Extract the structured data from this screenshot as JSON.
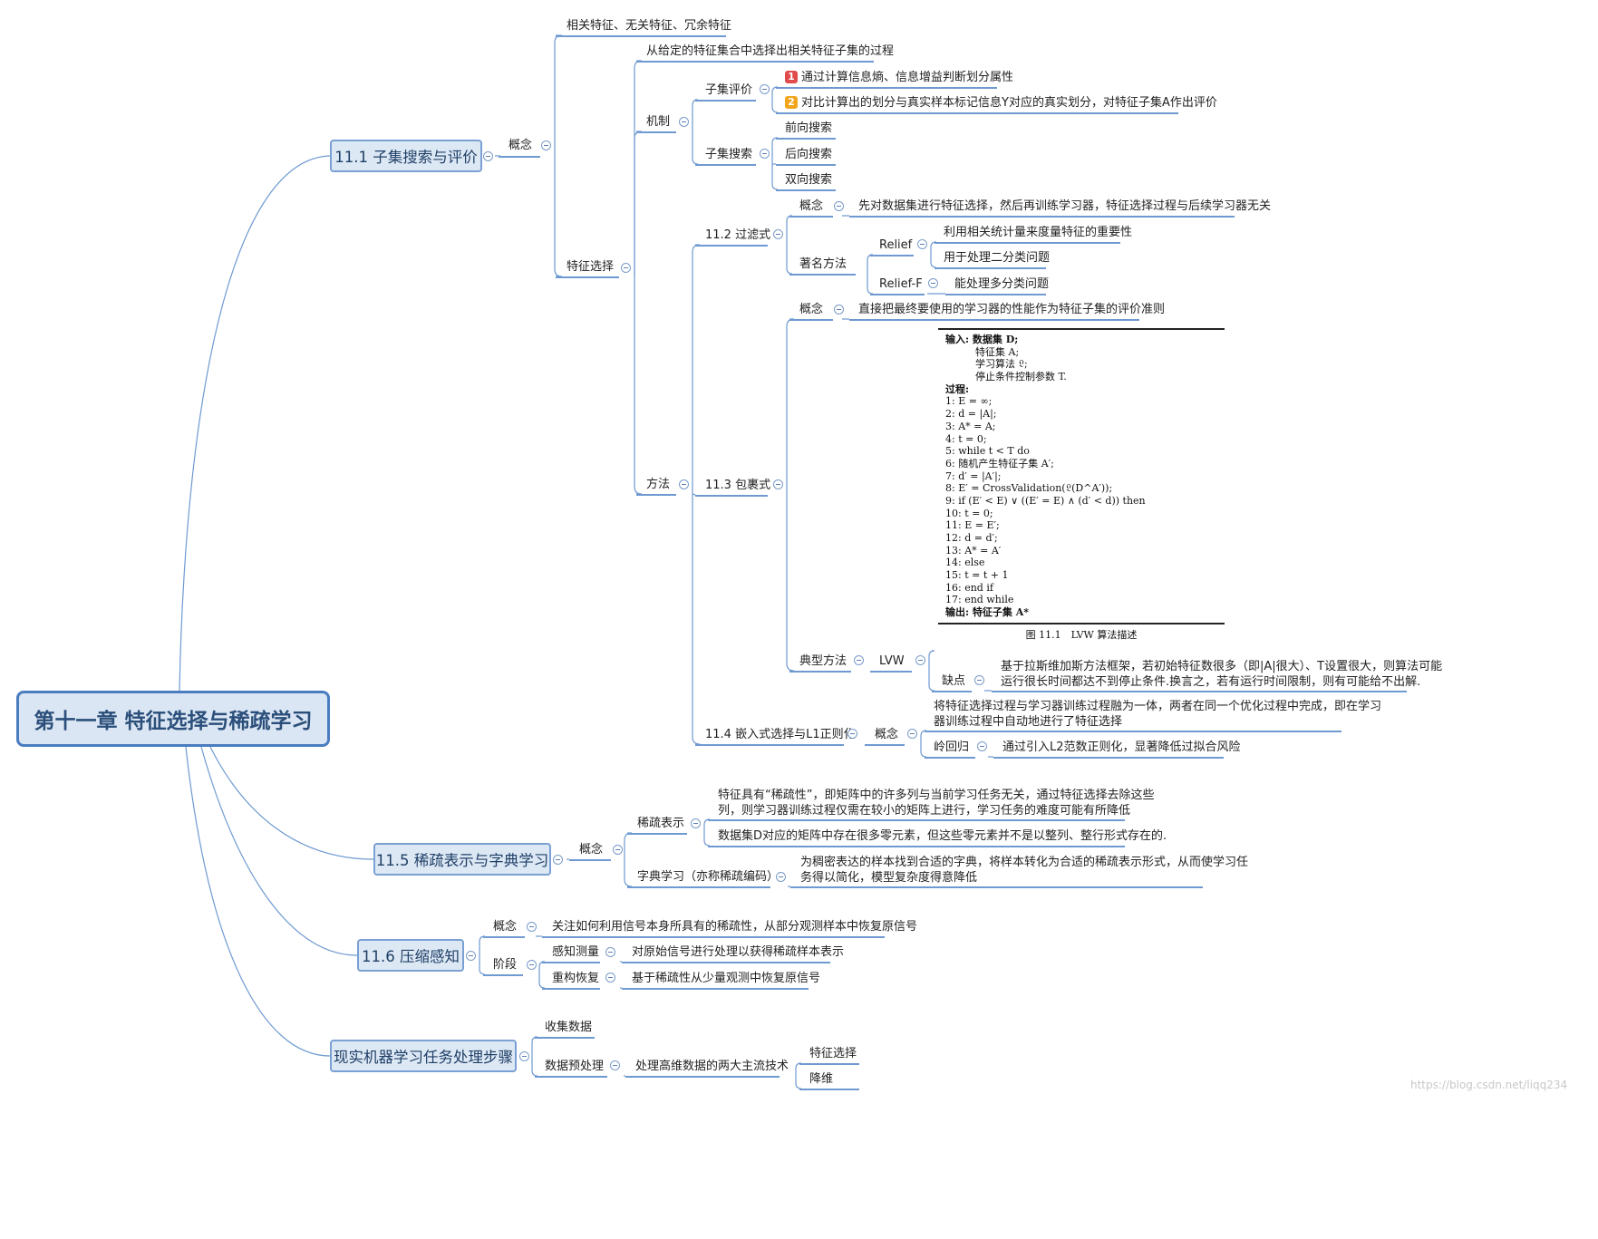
{
  "root": {
    "title": "第十一章 特征选择与稀疏学习"
  },
  "branches": {
    "b1": {
      "title": "11.1 子集搜索与评价",
      "concept": "概念",
      "relevant": "相关特征、无关特征、冗余特征",
      "feature_selection": "特征选择",
      "fs_def": "从给定的特征集合中选择出相关特征子集的过程",
      "mechanism": "机制",
      "subset_eval": "子集评价",
      "eval_1_num": "1",
      "eval_1": "通过计算信息熵、信息增益判断划分属性",
      "eval_2_num": "2",
      "eval_2": "对比计算出的划分与真实样本标记信息Y对应的真实划分，对特征子集A作出评价",
      "subset_search": "子集搜索",
      "forward": "前向搜索",
      "backward": "后向搜索",
      "bidirectional": "双向搜索",
      "method": "方法",
      "filter": "11.2 过滤式",
      "filter_concept": "概念",
      "filter_concept_text": "先对数据集进行特征选择，然后再训练学习器，特征选择过程与后续学习器无关",
      "famous": "著名方法",
      "relief": "Relief",
      "relief_1": "利用相关统计量来度量特征的重要性",
      "relief_2": "用于处理二分类问题",
      "relieff": "Relief-F",
      "relieff_1": "能处理多分类问题",
      "wrapper": "11.3 包裹式",
      "wrapper_concept": "概念",
      "wrapper_concept_text": "直接把最终要使用的学习器的性能作为特征子集的评价准则",
      "typical": "典型方法",
      "lvw": "LVW",
      "weakness": "缺点",
      "weakness_text_1": "基于拉斯维加斯方法框架，若初始特征数很多（即|A|很大）、T设置很大，则算法可能",
      "weakness_text_2": "运行很长时间都达不到停止条件.换言之，若有运行时间限制，则有可能给不出解.",
      "embedded": "11.4 嵌入式选择与L1正则化",
      "embedded_concept": "概念",
      "embedded_text_1": "将特征选择过程与学习器训练过程融为一体，两者在同一个优化过程中完成，即在学习",
      "embedded_text_2": "器训练过程中自动地进行了特征选择",
      "ridge": "岭回归",
      "ridge_text": "通过引入L2范数正则化，显著降低过拟合风险"
    },
    "b5": {
      "title": "11.5 稀疏表示与字典学习",
      "concept": "概念",
      "sparse": "稀疏表示",
      "sparse_text_1": "特征具有“稀疏性”，即矩阵中的许多列与当前学习任务无关，通过特征选择去除这些",
      "sparse_text_2": "列，则学习器训练过程仅需在较小的矩阵上进行，学习任务的难度可能有所降低",
      "sparse_text_3": "数据集D对应的矩阵中存在很多零元素，但这些零元素并不是以整列、整行形式存在的.",
      "dict": "字典学习（亦称稀疏编码）",
      "dict_text_1": "为稠密表达的样本找到合适的字典，将样本转化为合适的稀疏表示形式，从而使学习任",
      "dict_text_2": "务得以简化，模型复杂度得意降低"
    },
    "b6": {
      "title": "11.6 压缩感知",
      "concept": "概念",
      "concept_text": "关注如何利用信号本身所具有的稀疏性，从部分观测样本中恢复原信号",
      "stage": "阶段",
      "sense": "感知测量",
      "sense_text": "对原始信号进行处理以获得稀疏样本表示",
      "recon": "重构恢复",
      "recon_text": "基于稀疏性从少量观测中恢复原信号"
    },
    "b7": {
      "title": "现实机器学习任务处理步骤",
      "collect": "收集数据",
      "preprocess": "数据预处理",
      "two_tech": "处理高维数据的两大主流技术",
      "fs": "特征选择",
      "dimred": "降维"
    }
  },
  "algorithm": {
    "lines": [
      "输入: 数据集 D;",
      "　　　特征集 A;",
      "　　　学习算法 𝔏;",
      "　　　停止条件控制参数 T.",
      "过程:",
      "1:  E = ∞;",
      "2:  d = |A|;",
      "3:  A* = A;",
      "4:  t = 0;",
      "5:  while t < T do",
      "6:      随机产生特征子集 A′;",
      "7:      d′ = |A′|;",
      "8:      E′ = CrossValidation(𝔏(D^A′));",
      "9:      if (E′ < E) ∨ ((E′ = E) ∧ (d′ < d)) then",
      "10:          t = 0;",
      "11:          E = E′;",
      "12:          d = d′;",
      "13:          A* = A′",
      "14:      else",
      "15:          t = t + 1",
      "16:      end if",
      "17: end while",
      "输出: 特征子集 A*"
    ],
    "caption": "图 11.1　LVW 算法描述"
  },
  "watermark": "https://blog.csdn.net/liqq234",
  "colors": {
    "line": "#6f9ad1",
    "badge1": "#e24b4b",
    "badge2": "#f2a51a",
    "root_border": "#4a7cc0",
    "node_fill": "#dde8f5"
  }
}
